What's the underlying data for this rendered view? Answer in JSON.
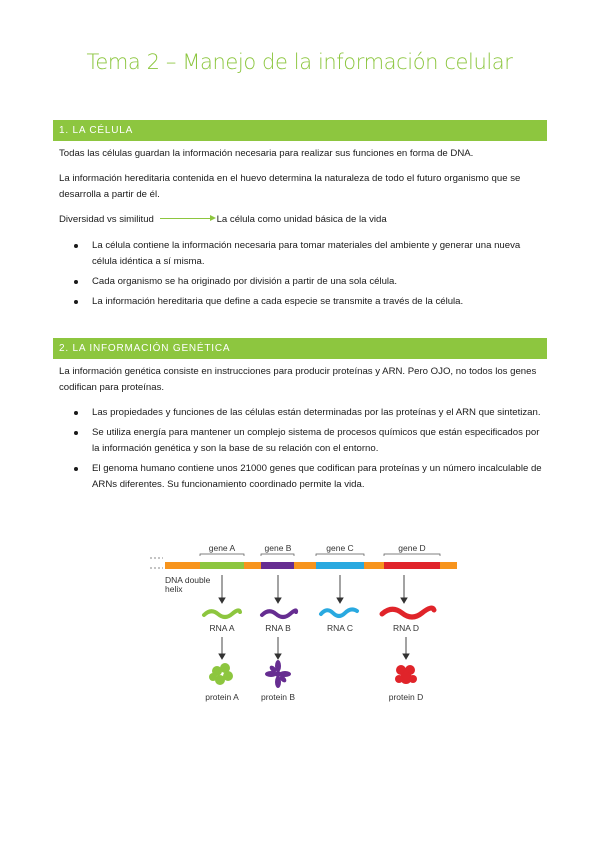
{
  "title": "Tema 2 – Manejo de la información celular",
  "section1": {
    "heading": "1. LA CÉLULA",
    "p1": "Todas las células  guardan la información necesaria para realizar sus funciones en forma de DNA.",
    "p2": "La información hereditaria contenida en el huevo determina la naturaleza de todo el futuro organismo que se desarrolla a partir de él.",
    "diversity_left": "Diversidad vs similitud",
    "diversity_right": "La célula como unidad básica de la vida",
    "bullets": [
      "La célula contiene la información necesaria para tomar materiales del ambiente y generar una nueva célula idéntica a sí misma.",
      "Cada organismo se ha originado por división a partir de una sola célula.",
      "La información hereditaria que define a cada especie se transmite a través de la célula."
    ]
  },
  "section2": {
    "heading": "2. LA INFORMACIÓN GENÉTICA",
    "p1": "La información genética consiste en instrucciones para producir proteínas y ARN. Pero OJO, no todos los genes codifican para proteínas.",
    "bullets": [
      "Las propiedades y funciones de las células están determinadas por las proteínas y el ARN que sintetizan.",
      "Se utiliza energía para mantener un complejo sistema de procesos químicos que están especificados por la información genética y son la base de su relación con el entorno.",
      "El genoma humano contiene unos 21000 genes que codifican para proteínas y un número incalculable de ARNs diferentes. Su funcionamiento coordinado permite la vida."
    ]
  },
  "figure": {
    "dna_label_1": "DNA double",
    "dna_label_2": "helix",
    "genes": [
      {
        "gene": "gene A",
        "rna": "RNA A",
        "protein": "protein A",
        "color": "#8dc63f"
      },
      {
        "gene": "gene B",
        "rna": "RNA B",
        "protein": "protein B",
        "color": "#662d91"
      },
      {
        "gene": "gene C",
        "rna": "RNA C",
        "protein": "",
        "color": "#29a9e0"
      },
      {
        "gene": "gene D",
        "rna": "RNA D",
        "protein": "protein D",
        "color": "#e0242a"
      }
    ],
    "spacer_color": "#f7941d"
  }
}
